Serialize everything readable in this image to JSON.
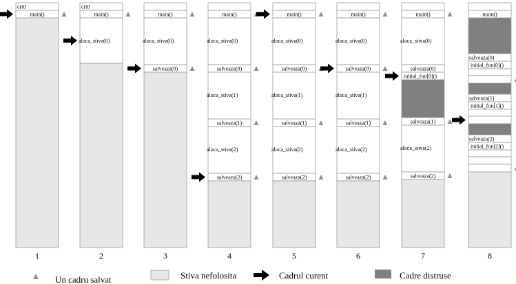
{
  "colors": {
    "unused_stack": "#e6e6e6",
    "destroyed_frame": "#808080",
    "frame_border": "#9a9a9a",
    "saved_marker": "#909090",
    "arrow": "#000000"
  },
  "labels": {
    "crt0": "crt0",
    "main": "main()",
    "aloca": "aloca_stiva(0)",
    "salv0": "salveaza(0)",
    "aloca1": "aloca_stiva(1)",
    "salv1": "salveaza(1)",
    "aloca2": "aloca_stiva(2)",
    "salv2": "salveaza(2)",
    "init0": "initial_fun[0]()",
    "init1": "initial_fun[1]()",
    "init2": "initial_fun[2]()"
  },
  "stacks": [
    {
      "number": "1",
      "frames": [
        {
          "type": "label",
          "text": "crt0"
        },
        {
          "type": "label",
          "text": "main()",
          "marker": true,
          "arrow": true
        },
        {
          "type": "unused"
        }
      ]
    },
    {
      "number": "2",
      "frames": [
        {
          "type": "label",
          "text": "crt0"
        },
        {
          "type": "label",
          "text": "main()",
          "marker": true
        },
        {
          "type": "block",
          "text": "aloca_stiva(0)",
          "arrow": true
        },
        {
          "type": "unused"
        }
      ]
    },
    {
      "number": "3",
      "frames": [
        {
          "type": "label",
          "text": ""
        },
        {
          "type": "label",
          "text": "main()",
          "marker": true
        },
        {
          "type": "block",
          "text": "aloca_stiva(0)"
        },
        {
          "type": "label",
          "text": "salveaza(0)",
          "marker": true,
          "arrow": true
        },
        {
          "type": "unused"
        }
      ]
    },
    {
      "number": "4",
      "frames": [
        {
          "type": "label",
          "text": ""
        },
        {
          "type": "label",
          "text": "main()",
          "marker": true
        },
        {
          "type": "block",
          "text": "aloca_stiva(0)"
        },
        {
          "type": "label",
          "text": "salveaza(0)",
          "marker": true
        },
        {
          "type": "block",
          "text": "aloca_stiva(1)"
        },
        {
          "type": "label",
          "text": "salveaza(1)",
          "marker": true
        },
        {
          "type": "block",
          "text": "aloca_stiva(2)"
        },
        {
          "type": "label",
          "text": "salveaza(2)",
          "marker": true,
          "arrow": true
        },
        {
          "type": "unused"
        }
      ]
    },
    {
      "number": "5",
      "frames": [
        {
          "type": "label",
          "text": ""
        },
        {
          "type": "label",
          "text": "main()",
          "marker": true,
          "arrow": true
        },
        {
          "type": "block",
          "text": "aloca_stiva(0)"
        },
        {
          "type": "label",
          "text": "salveaza(0)",
          "marker": true
        },
        {
          "type": "block",
          "text": "aloca_stiva(1)"
        },
        {
          "type": "label",
          "text": "salveaza(1)",
          "marker": true
        },
        {
          "type": "block",
          "text": "aloca_stiva(2)"
        },
        {
          "type": "label",
          "text": "salveaza(2)",
          "marker": true
        },
        {
          "type": "unused"
        }
      ]
    },
    {
      "number": "6",
      "frames": [
        {
          "type": "label",
          "text": ""
        },
        {
          "type": "label",
          "text": "main()",
          "marker": true
        },
        {
          "type": "block",
          "text": "aloca_stiva(0)"
        },
        {
          "type": "label",
          "text": "salveaza(0)",
          "marker": true,
          "arrow": true
        },
        {
          "type": "block",
          "text": "aloca_stiva(1)"
        },
        {
          "type": "label",
          "text": "salveaza(1)",
          "marker": true
        },
        {
          "type": "block",
          "text": "aloca_stiva(2)"
        },
        {
          "type": "label",
          "text": "salveaza(2)",
          "marker": true
        },
        {
          "type": "unused"
        }
      ]
    },
    {
      "number": "7",
      "frames": [
        {
          "type": "label",
          "text": ""
        },
        {
          "type": "label",
          "text": "main()",
          "marker": true
        },
        {
          "type": "block",
          "text": "aloca_stiva(0)"
        },
        {
          "type": "label",
          "text": "salveaza(0)"
        },
        {
          "type": "label",
          "text": "initial_fun[0]()",
          "arrow": true
        },
        {
          "type": "destroyed"
        },
        {
          "type": "label",
          "text": "salveaza(1)",
          "marker": true
        },
        {
          "type": "block",
          "text": "aloca_stiva(2)"
        },
        {
          "type": "label",
          "text": "salveaza(2)",
          "marker": true
        },
        {
          "type": "unused"
        }
      ]
    },
    {
      "number": "8",
      "frames": [
        {
          "type": "label",
          "text": ""
        },
        {
          "type": "label",
          "text": "main()"
        },
        {
          "type": "blank"
        },
        {
          "type": "destroyed"
        },
        {
          "type": "label",
          "text": "salveaza(0)"
        },
        {
          "type": "label",
          "text": "initial_fun[0]()"
        },
        {
          "type": "blank"
        },
        {
          "type": "label",
          "text": "",
          "marker": true
        },
        {
          "type": "destroyed"
        },
        {
          "type": "label",
          "text": "salveaza(1)"
        },
        {
          "type": "label",
          "text": "initial_fun[1]()"
        },
        {
          "type": "blank"
        },
        {
          "type": "label",
          "text": "",
          "arrow": true
        },
        {
          "type": "destroyed"
        },
        {
          "type": "label",
          "text": "salveaza(2)"
        },
        {
          "type": "label",
          "text": "initial_fun[2]()"
        },
        {
          "type": "blank"
        },
        {
          "type": "label",
          "text": ""
        },
        {
          "type": "label",
          "text": "",
          "marker": true
        },
        {
          "type": "unused"
        }
      ]
    }
  ],
  "legend": {
    "saved_frame": "Un cadru salvat",
    "unused_stack": "Stiva nefolosita",
    "current_frame": "Cadrul curent",
    "destroyed_frames": "Cadre distruse"
  }
}
